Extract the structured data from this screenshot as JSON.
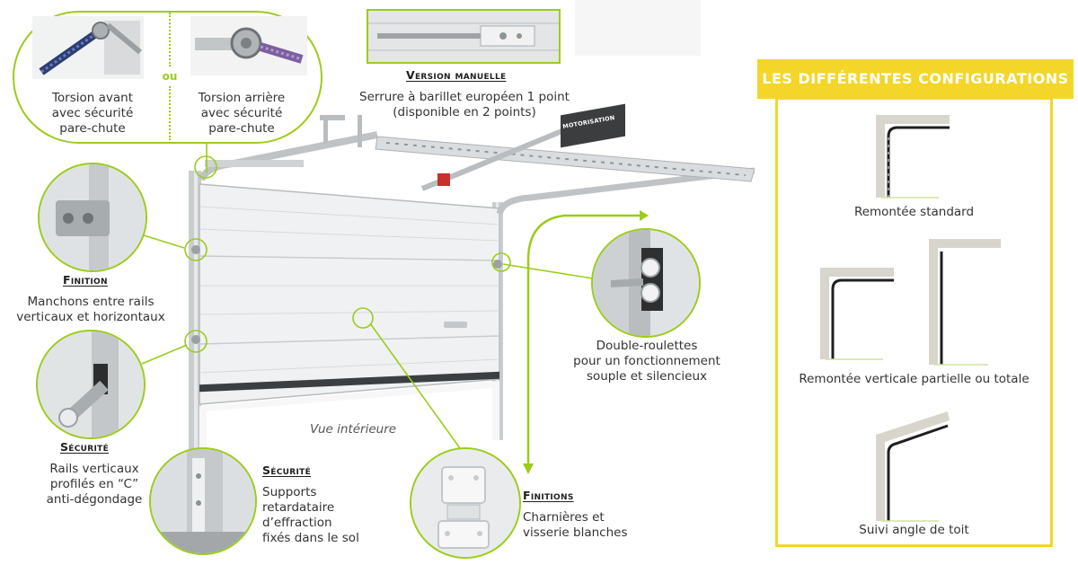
{
  "colors": {
    "accent_green": "#9ccc1a",
    "banner_yellow": "#f4d62a",
    "text": "#333333"
  },
  "top_left": {
    "option_a": "Torsion avant\navec sécurité\npare-chute",
    "or_label": "ou",
    "option_b": "Torsion arrière\navec sécurité\npare-chute"
  },
  "version_manuelle": {
    "heading": "Version manuelle",
    "text": "Serrure à barillet européen 1 point\n(disponible en 2 points)"
  },
  "motor_label": "MOTORISATION",
  "finition_left": {
    "heading": "Finition",
    "text": "Manchons entre rails\nverticaux et horizontaux"
  },
  "securite_left": {
    "heading": "Sécurité",
    "text": "Rails verticaux\nprofilés en “C”\nanti-dégondage"
  },
  "securite_bottom": {
    "heading": "Sécurité",
    "text": "Supports\nretardataire\nd’effraction\nfixés dans le sol"
  },
  "finitions_bottom": {
    "heading": "Finitions",
    "text": "Charnières et\nvisserie blanches"
  },
  "double_roulettes": {
    "text": "Double-roulettes\npour un fonctionnement\nsouple et silencieux"
  },
  "vue_interieure": "Vue intérieure",
  "configurations": {
    "title": "LES DIFFÉRENTES  CONFIGURATIONS",
    "items": [
      {
        "label": "Remontée standard"
      },
      {
        "label": "Remontée verticale partielle ou totale"
      },
      {
        "label": "Suivi angle de toit"
      }
    ]
  }
}
